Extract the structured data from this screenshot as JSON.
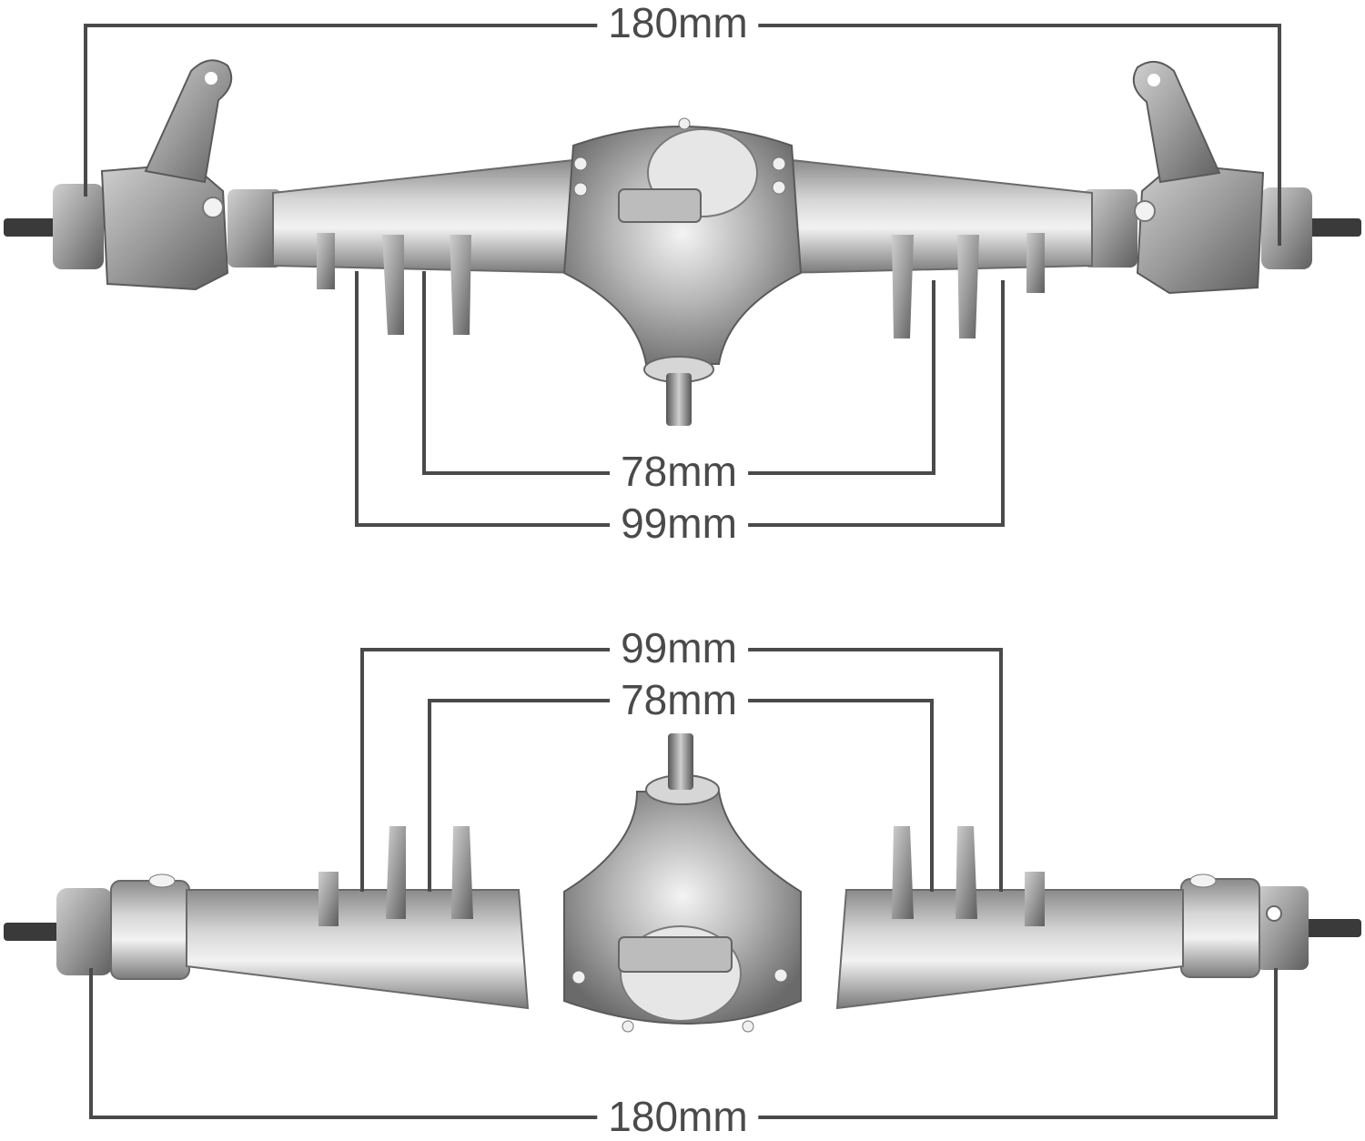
{
  "colors": {
    "dimension_line": "#4a4a4a",
    "metal_light": "#d9d9d9",
    "metal_mid": "#a8a8a8",
    "metal_dark": "#6e6e6e",
    "background": "#ffffff"
  },
  "front_axle": {
    "overall_width": "180mm",
    "inner_mount_spacing": "78mm",
    "outer_mount_spacing": "99mm"
  },
  "rear_axle": {
    "outer_mount_spacing": "99mm",
    "inner_mount_spacing": "78mm",
    "overall_width": "180mm"
  }
}
